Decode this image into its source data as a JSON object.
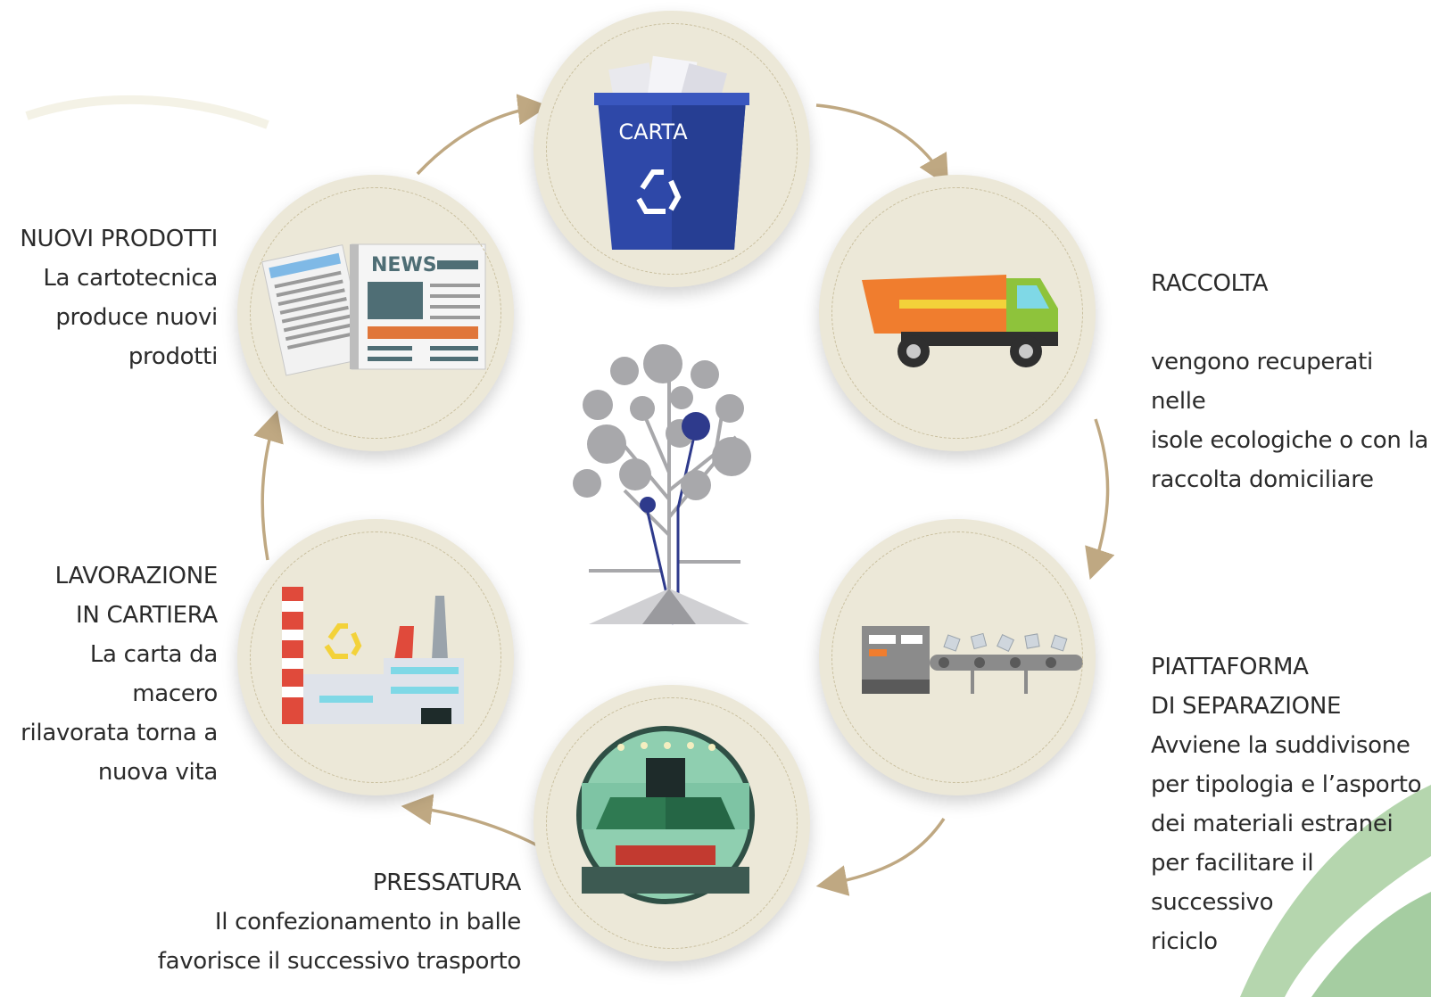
{
  "colors": {
    "circle": "#ece8d8",
    "arrow": "#bfa882",
    "bin": "#2e48a8",
    "text": "#2b2b2b",
    "accent_green": "#a8cfa0"
  },
  "steps": [
    {
      "id": "carta",
      "icon": "recycling-bin-icon",
      "icon_label": "CARTA"
    },
    {
      "id": "raccolta",
      "icon": "garbage-truck-icon",
      "title": "RACCOLTA",
      "lines": [
        "",
        "vengono recuperati nelle",
        "isole ecologiche o con la",
        "raccolta domiciliare"
      ]
    },
    {
      "id": "separazione",
      "icon": "conveyor-icon",
      "title": "PIATTAFORMA",
      "lines": [
        "DI SEPARAZIONE",
        "Avviene la suddivisone",
        "per tipologia e l’asporto",
        "dei materiali estranei",
        "per facilitare il successivo",
        "riciclo"
      ]
    },
    {
      "id": "pressatura",
      "icon": "press-icon",
      "title": "PRESSATURA",
      "lines": [
        "Il confezionamento in balle",
        "favorisce il successivo trasporto"
      ]
    },
    {
      "id": "cartiera",
      "icon": "factory-icon",
      "title": "LAVORAZIONE",
      "lines": [
        "IN CARTIERA",
        "La carta da macero",
        "rilavorata torna a",
        "nuova vita"
      ]
    },
    {
      "id": "prodotti",
      "icon": "newspaper-icon",
      "icon_label": "NEWS",
      "title": "NUOVI PRODOTTI",
      "lines": [
        "La cartotecnica",
        "produce nuovi",
        "prodotti"
      ]
    }
  ],
  "center_icon": "tree-icon"
}
